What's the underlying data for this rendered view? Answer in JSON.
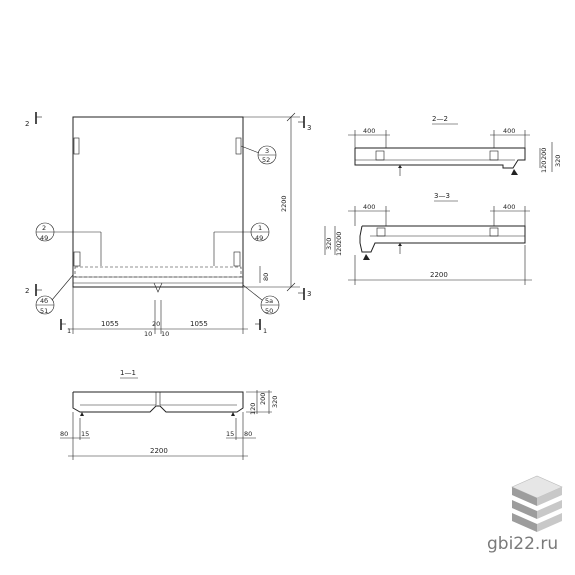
{
  "views": {
    "plan": {
      "cut_marks": {
        "left_top": "2",
        "left_bottom": "2",
        "right_top": "3",
        "right_bottom": "3"
      },
      "height_dim": "2200",
      "gap_dim": "80",
      "left_width": "1055",
      "right_width": "1055",
      "mid_dim": "20",
      "mid_left": "10",
      "mid_right": "10",
      "section_mark_1_left": "1",
      "section_mark_1_right": "1",
      "callouts": [
        {
          "num": "3",
          "sheet": "52"
        },
        {
          "num": "2",
          "sheet": "49"
        },
        {
          "num": "1",
          "sheet": "49"
        },
        {
          "num": "4б",
          "sheet": "51"
        },
        {
          "num": "5а",
          "sheet": "50"
        }
      ]
    },
    "section_2_2": {
      "title": "2—2",
      "left_dim": "400",
      "right_dim": "400",
      "h1": "200",
      "h2": "120",
      "h3": "320"
    },
    "section_3_3": {
      "title": "3—3",
      "left_dim": "400",
      "right_dim": "400",
      "h_total": "320",
      "h1": "200",
      "h2": "120",
      "length": "2200"
    },
    "section_1_1": {
      "title": "1—1",
      "left_edge": "80",
      "left_inner": "15",
      "right_inner": "15",
      "right_edge": "80",
      "length": "2200",
      "h1": "120",
      "h2": "200",
      "h_total": "320"
    }
  },
  "watermark": {
    "text": "gbi22.ru"
  }
}
